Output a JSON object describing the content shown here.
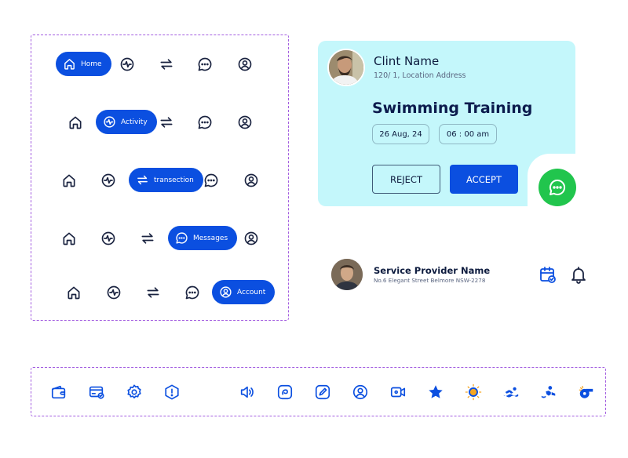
{
  "nav_variants": [
    {
      "active": "home"
    },
    {
      "active": "activity"
    },
    {
      "active": "transaction"
    },
    {
      "active": "messages"
    },
    {
      "active": "account"
    }
  ],
  "nav_labels": {
    "home": "Home",
    "activity": "Activity",
    "transaction": "transection",
    "messages": "Messages",
    "account": "Account"
  },
  "booking": {
    "client_name": "Clint Name",
    "client_address": "120/ 1, Location Address",
    "title": "Swimming Training",
    "date": "26 Aug, 24",
    "time": "06 : 00 am",
    "reject_label": "REJECT",
    "accept_label": "ACCEPT"
  },
  "provider": {
    "name": "Service Provider Name",
    "address": "No.6 Elegant Street Belmore NSW-2278"
  },
  "icon_strip": [
    "wallet-icon",
    "card-check-icon",
    "gear-icon",
    "alert-hexagon-icon",
    "speaker-icon",
    "sticker-icon",
    "edit-icon",
    "user-circle-icon",
    "video-icon",
    "star-icon",
    "sun-icon",
    "swimmer-icon",
    "swimmer-lane-icon",
    "whistle-icon"
  ],
  "colors": {
    "accent_blue": "#0b4fe0",
    "card_bg": "#c4f7fb",
    "chat_green": "#21c54d",
    "dash_purple": "#a35de0",
    "icon_navy": "#1a2340",
    "sun_orange": "#f5a623"
  }
}
